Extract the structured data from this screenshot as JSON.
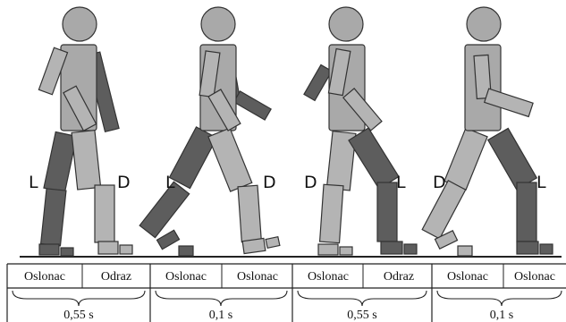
{
  "figures": [
    {
      "left_label": "L",
      "right_label": "D"
    },
    {
      "left_label": "L",
      "right_label": "D"
    },
    {
      "left_label": "D",
      "right_label": "L"
    },
    {
      "left_label": "D",
      "right_label": "L"
    }
  ],
  "phases": [
    {
      "cells": [
        "Oslonac",
        "Odraz"
      ],
      "time": "0,55 s"
    },
    {
      "cells": [
        "Oslonac",
        "Oslonac"
      ],
      "time": "0,1 s"
    },
    {
      "cells": [
        "Oslonac",
        "Odraz"
      ],
      "time": "0,55 s"
    },
    {
      "cells": [
        "Oslonac",
        "Oslonac"
      ],
      "time": "0,1 s"
    }
  ],
  "colors": {
    "dark_leg": "#5d5d5d",
    "light_leg": "#b4b4b4",
    "body": "#a9a9a9"
  }
}
